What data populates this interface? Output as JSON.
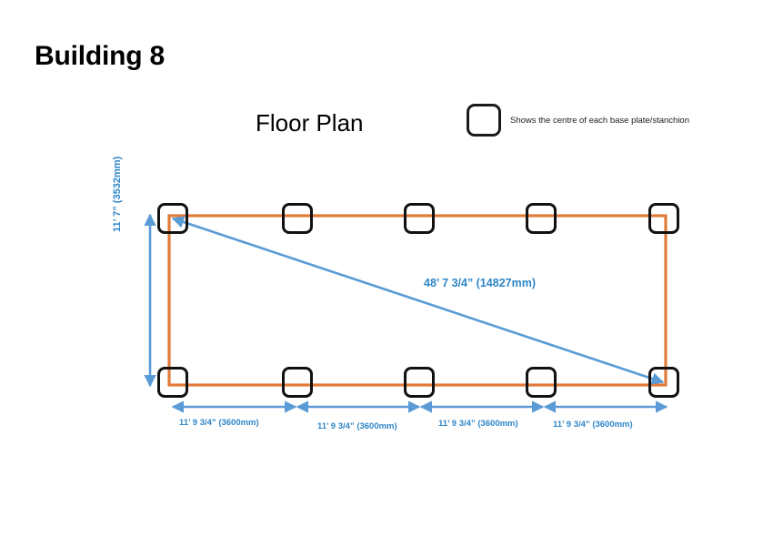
{
  "slide": {
    "background_color": "#FFFFFF",
    "building_title": "Building 8",
    "plan_title": "Floor Plan"
  },
  "legend": {
    "swatch_icon": "rounded-square-icon",
    "text": "Shows the centre of each base plate/stanchion",
    "swatch_border_color": "#1A1A1A"
  },
  "colors": {
    "outline_orange": "#E07B39",
    "dimension_blue": "#5B9BD5",
    "dimension_text_blue": "#2E86C8",
    "stanchion_black": "#111111"
  },
  "diagram": {
    "type": "floor-plan",
    "grid": {
      "columns": 5,
      "rows": 2,
      "bay_count": 4
    },
    "vertical_dimension": {
      "label": "11’ 7” (3532mm)",
      "imperial": "11’ 7”",
      "metric_mm": 3532,
      "orientation": "vertical"
    },
    "diagonal_dimension": {
      "label": "48’ 7 3/4”  (14827mm)",
      "imperial": "48’ 7 3/4”",
      "metric_mm": 14827,
      "orientation": "diagonal"
    },
    "bottom_dimensions": [
      {
        "label": "11’ 9 3/4” (3600mm)",
        "imperial": "11’ 9 3/4”",
        "metric_mm": 3600
      },
      {
        "label": "11’ 9 3/4” (3600mm)",
        "imperial": "11’ 9 3/4”",
        "metric_mm": 3600
      },
      {
        "label": "11’ 9 3/4” (3600mm)",
        "imperial": "11’ 9 3/4”",
        "metric_mm": 3600
      },
      {
        "label": "11’ 9 3/4” (3600mm)",
        "imperial": "11’ 9 3/4”",
        "metric_mm": 3600
      }
    ],
    "stanchions": [
      {
        "id": "top-1",
        "row": "top",
        "index": 1
      },
      {
        "id": "top-2",
        "row": "top",
        "index": 2
      },
      {
        "id": "top-3",
        "row": "top",
        "index": 3
      },
      {
        "id": "top-4",
        "row": "top",
        "index": 4
      },
      {
        "id": "top-5",
        "row": "top",
        "index": 5
      },
      {
        "id": "bottom-1",
        "row": "bottom",
        "index": 1
      },
      {
        "id": "bottom-2",
        "row": "bottom",
        "index": 2
      },
      {
        "id": "bottom-3",
        "row": "bottom",
        "index": 3
      },
      {
        "id": "bottom-4",
        "row": "bottom",
        "index": 4
      },
      {
        "id": "bottom-5",
        "row": "bottom",
        "index": 5
      }
    ]
  }
}
